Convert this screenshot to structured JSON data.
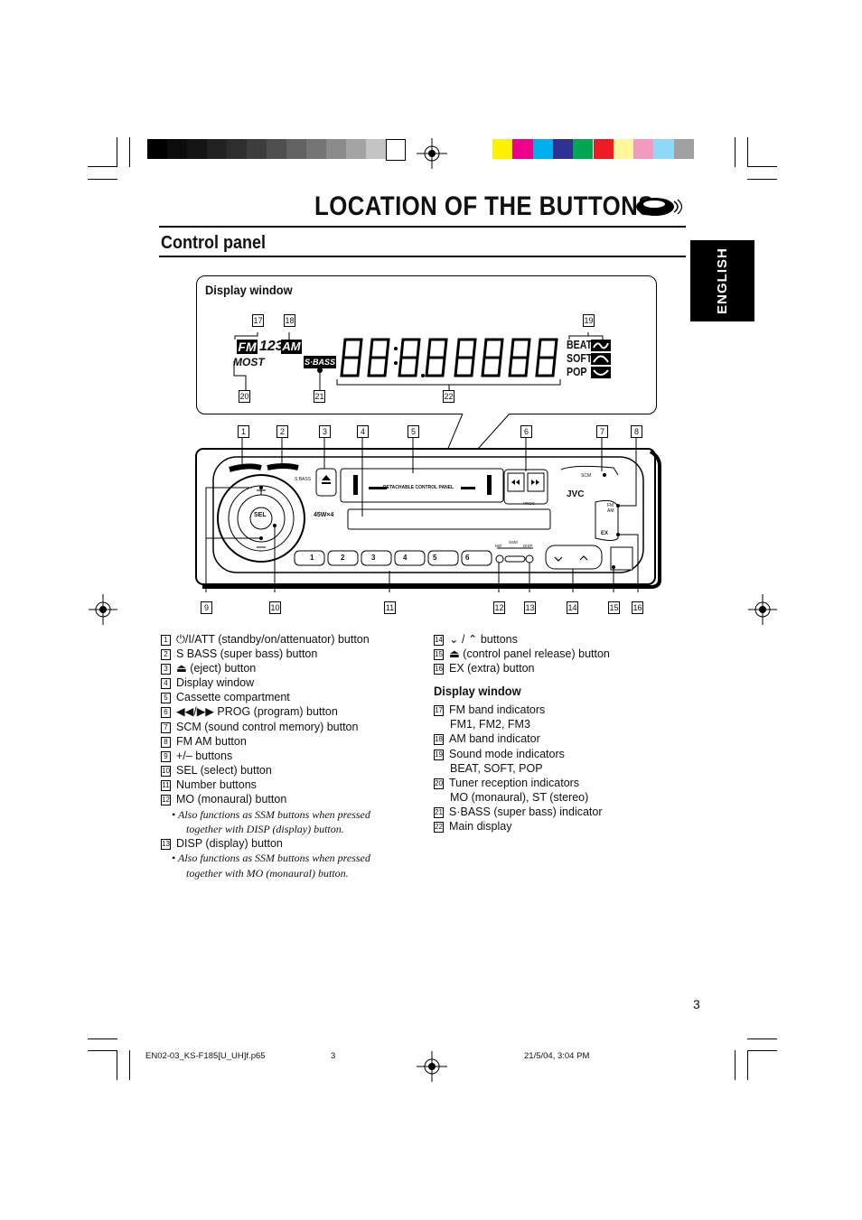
{
  "page": {
    "title": "LOCATION OF THE BUTTONS",
    "subtitle": "Control panel",
    "language_tab": "ENGLISH",
    "page_number": "3"
  },
  "print_marks": {
    "gray_bar_colors": [
      "#000000",
      "#0c0c0c",
      "#151515",
      "#222222",
      "#2e2e2e",
      "#3d3d3d",
      "#4f4f4f",
      "#626262",
      "#757575",
      "#8b8b8b",
      "#a3a3a3",
      "#c4c4c4",
      "#ffffff"
    ],
    "color_bar_colors": [
      "#fff200",
      "#ec008c",
      "#00aeef",
      "#2e3192",
      "#00a651",
      "#ed1c24",
      "#fff799",
      "#f49ac1",
      "#8ed8f8",
      "#a0a0a0"
    ]
  },
  "diagram": {
    "display_window_label": "Display window",
    "lcd_labels": {
      "fm": "FM",
      "bands": "123",
      "am": "AM",
      "most": "MOST",
      "sbass": "S·BASS",
      "beat": "BEAT",
      "soft": "SOFT",
      "pop": "POP"
    },
    "panel_labels": {
      "sbass": "S BASS",
      "detachable": "DETACHABLE CONTROL PANEL",
      "power": "45W×4",
      "scm": "SCM",
      "brand": "JVC",
      "fmam": "FM AM",
      "ex": "EX",
      "sel": "SEL",
      "prog": "PROG",
      "ssm": "SSM",
      "mo": "MO",
      "disp": "DISP",
      "presets": [
        "1",
        "2",
        "3",
        "4",
        "5",
        "6"
      ]
    },
    "callouts": [
      "1",
      "2",
      "3",
      "4",
      "5",
      "6",
      "7",
      "8",
      "9",
      "10",
      "11",
      "12",
      "13",
      "14",
      "15",
      "16",
      "17",
      "18",
      "19",
      "20",
      "21",
      "22"
    ]
  },
  "left_list": [
    {
      "n": "1",
      "text": "⏻/I/ATT (standby/on/attenuator) button"
    },
    {
      "n": "2",
      "text": "S BASS (super bass) button"
    },
    {
      "n": "3",
      "text": "⏏ (eject) button"
    },
    {
      "n": "4",
      "text": "Display window"
    },
    {
      "n": "5",
      "text": "Cassette compartment"
    },
    {
      "n": "6",
      "text": "◀◀/▶▶ PROG (program) button"
    },
    {
      "n": "7",
      "text": "SCM (sound control memory) button"
    },
    {
      "n": "8",
      "text": "FM AM button"
    },
    {
      "n": "9",
      "text": "+/– buttons"
    },
    {
      "n": "10",
      "text": "SEL (select) button"
    },
    {
      "n": "11",
      "text": "Number buttons"
    },
    {
      "n": "12",
      "text": "MO (monaural) button"
    }
  ],
  "note_12": [
    "•  Also functions as SSM buttons when pressed",
    "together with DISP (display) button."
  ],
  "item_13": {
    "n": "13",
    "text": "DISP (display) button"
  },
  "note_13": [
    "•  Also functions as SSM buttons when pressed",
    "together with MO (monaural) button."
  ],
  "right_list": [
    {
      "n": "14",
      "text": "⌄ / ⌃ buttons"
    },
    {
      "n": "15",
      "text": "⏏ (control panel release) button"
    },
    {
      "n": "16",
      "text": "EX (extra) button"
    }
  ],
  "display_section": {
    "heading": "Display window",
    "items": [
      {
        "n": "17",
        "text": "FM band indicators",
        "sub": "FM1, FM2, FM3"
      },
      {
        "n": "18",
        "text": "AM band indicator",
        "sub": ""
      },
      {
        "n": "19",
        "text": "Sound mode indicators",
        "sub": "BEAT, SOFT, POP"
      },
      {
        "n": "20",
        "text": "Tuner reception indicators",
        "sub": "MO (monaural), ST (stereo)"
      },
      {
        "n": "21",
        "text": "S·BASS (super bass) indicator",
        "sub": ""
      },
      {
        "n": "22",
        "text": "Main display",
        "sub": ""
      }
    ]
  },
  "footer": {
    "file": "EN02-03_KS-F185[U_UH]f.p65",
    "page": "3",
    "date": "21/5/04, 3:04 PM"
  }
}
